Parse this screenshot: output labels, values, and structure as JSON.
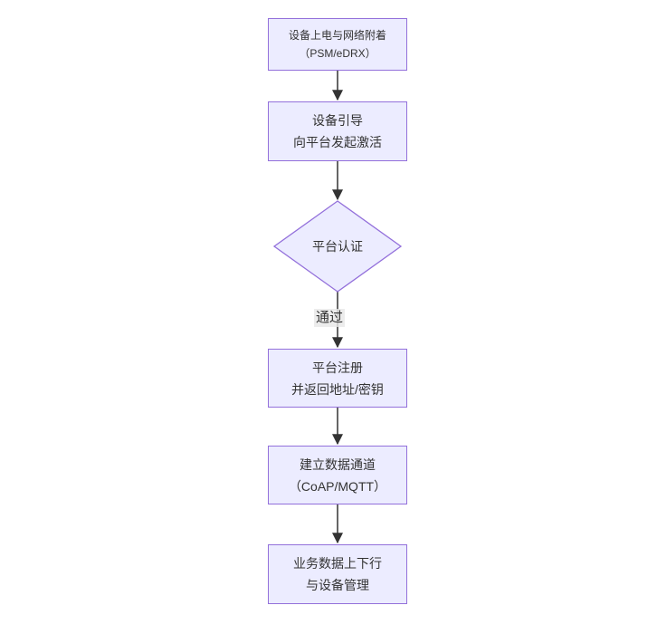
{
  "diagram": {
    "type": "flowchart",
    "direction": "top-down",
    "colors": {
      "background": "#ffffff",
      "node_fill": "#ececff",
      "node_border": "#9370db",
      "edge_color": "#333333",
      "text_color": "#333333",
      "edge_label_bg": "#e8e8e8"
    },
    "nodes": [
      {
        "id": "power-attach",
        "shape": "rect",
        "lines": [
          "设备上电与网络附着",
          "（PSM/eDRX）"
        ]
      },
      {
        "id": "bootstrap",
        "shape": "rect",
        "lines": [
          "设备引导",
          "向平台发起激活"
        ]
      },
      {
        "id": "platform-auth",
        "shape": "diamond",
        "lines": [
          "平台认证"
        ]
      },
      {
        "id": "platform-register",
        "shape": "rect",
        "lines": [
          "平台注册",
          "并返回地址/密钥"
        ]
      },
      {
        "id": "data-channel",
        "shape": "rect",
        "lines": [
          "建立数据通道",
          "（CoAP/MQTT）"
        ]
      },
      {
        "id": "business-data",
        "shape": "rect",
        "lines": [
          "业务数据上下行",
          "与设备管理"
        ]
      }
    ],
    "edges": [
      {
        "from": "power-attach",
        "to": "bootstrap"
      },
      {
        "from": "bootstrap",
        "to": "platform-auth"
      },
      {
        "from": "platform-auth",
        "to": "platform-register",
        "label": "通过"
      },
      {
        "from": "platform-register",
        "to": "data-channel"
      },
      {
        "from": "data-channel",
        "to": "business-data"
      }
    ]
  }
}
